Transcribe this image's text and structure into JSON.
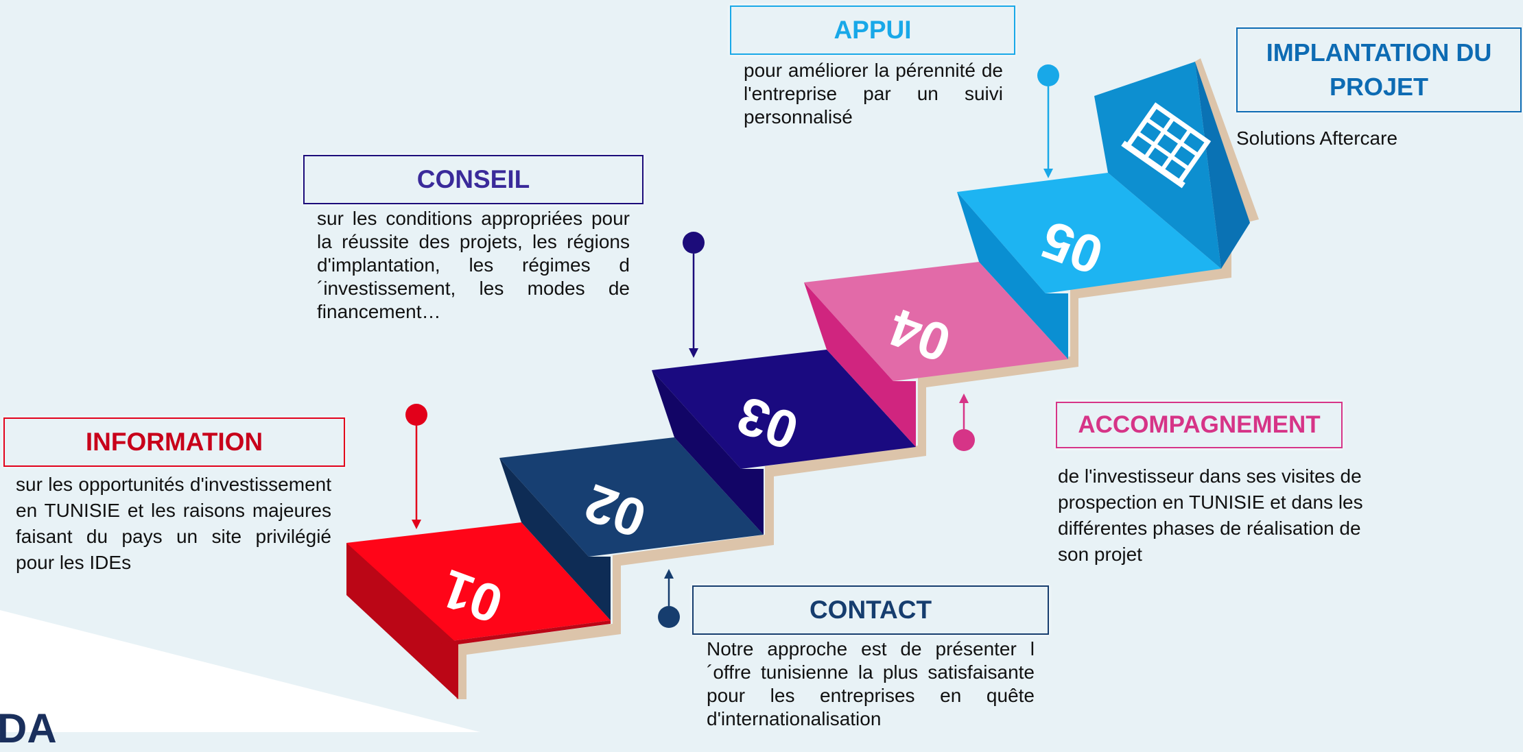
{
  "steps": [
    {
      "number": "01",
      "title": "INFORMATION",
      "text": "sur les opportunités d'investissement en TUNISIE et les raisons majeures faisant du pays un site privilégié pour les IDEs",
      "color": "#e2001a"
    },
    {
      "number": "02",
      "title": "CONTACT",
      "text": "Notre approche est de présenter l´offre tunisienne la plus satisfaisante pour les entreprises en quête d'internationalisation",
      "color": "#163d6e"
    },
    {
      "number": "03",
      "title": "CONSEIL",
      "text": "sur les conditions appropriées pour la réussite des projets, les régions d'implantation, les régimes d´investissement, les modes de financement…",
      "color": "#1c0c7a"
    },
    {
      "number": "04",
      "title": "ACCOMPAGNEMENT",
      "text": "de l'investisseur dans ses visites de prospection en TUNISIE et dans les différentes phases de réalisation de son projet",
      "color": "#d63487"
    },
    {
      "number": "05",
      "title": "APPUI",
      "text": "pour améliorer la pérennité de l'entreprise par un suivi personnalisé",
      "color": "#18a8e8"
    }
  ],
  "goal": {
    "title": "IMPLANTATION DU PROJET",
    "subtitle": "Solutions Aftercare",
    "color": "#0d6bb3",
    "icon": "building-icon"
  },
  "logo_fragment": "DA"
}
